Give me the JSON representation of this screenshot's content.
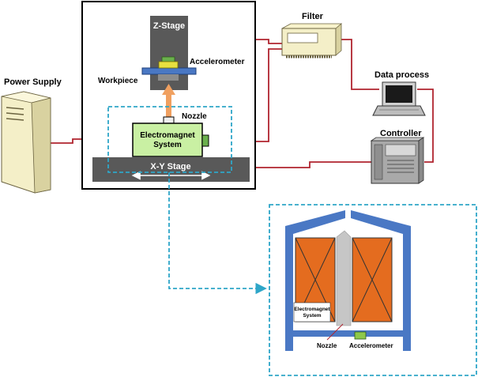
{
  "labels": {
    "power_supply": "Power Supply",
    "z_stage": "Z-Stage",
    "accelerometer": "Accelerometer",
    "workpiece": "Workpiece",
    "nozzle": "Nozzle",
    "electromagnet_line1": "Electromagnet",
    "electromagnet_line2": "System",
    "xy_stage": "X-Y Stage",
    "filter": "Filter",
    "data_process": "Data process",
    "controller": "Controller",
    "detail_electromagnet_line1": "Electromagnet",
    "detail_electromagnet_line2": "System",
    "detail_nozzle": "Nozzle",
    "detail_accelerometer": "Accelerometer"
  },
  "colors": {
    "wire": "#b0242f",
    "dashed": "#2ea6c8",
    "electromagnet_fill": "#c9f0a3",
    "stage_gray": "#595959",
    "coil_orange": "#e46c1f",
    "frame_blue": "#4a78c4",
    "arrow_orange": "#f0a060"
  }
}
